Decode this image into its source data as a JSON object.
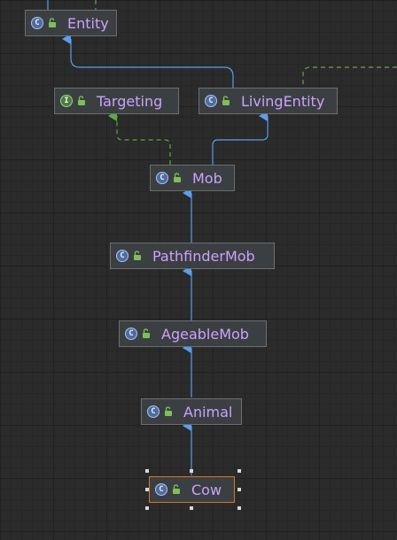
{
  "diagram": {
    "nodes": [
      {
        "id": "entity",
        "label": "Entity",
        "kind": "class",
        "kind_icon": "class-icon",
        "kind_glyph": "C"
      },
      {
        "id": "targeting",
        "label": "Targeting",
        "kind": "interface",
        "kind_icon": "interface-icon",
        "kind_glyph": "I"
      },
      {
        "id": "living-entity",
        "label": "LivingEntity",
        "kind": "class",
        "kind_icon": "class-icon",
        "kind_glyph": "C"
      },
      {
        "id": "mob",
        "label": "Mob",
        "kind": "class",
        "kind_icon": "class-icon",
        "kind_glyph": "C"
      },
      {
        "id": "pathfinder-mob",
        "label": "PathfinderMob",
        "kind": "class",
        "kind_icon": "class-icon",
        "kind_glyph": "C"
      },
      {
        "id": "ageable-mob",
        "label": "AgeableMob",
        "kind": "class",
        "kind_icon": "class-icon",
        "kind_glyph": "C"
      },
      {
        "id": "animal",
        "label": "Animal",
        "kind": "class",
        "kind_icon": "class-icon",
        "kind_glyph": "C"
      },
      {
        "id": "cow",
        "label": "Cow",
        "kind": "class",
        "kind_icon": "class-icon",
        "kind_glyph": "C",
        "selected": true
      }
    ],
    "edges": [
      {
        "from": "living-entity",
        "to": "entity",
        "type": "extends"
      },
      {
        "from": "mob",
        "to": "targeting",
        "type": "implements"
      },
      {
        "from": "mob",
        "to": "living-entity",
        "type": "extends"
      },
      {
        "from": "pathfinder-mob",
        "to": "mob",
        "type": "extends"
      },
      {
        "from": "ageable-mob",
        "to": "pathfinder-mob",
        "type": "extends"
      },
      {
        "from": "animal",
        "to": "ageable-mob",
        "type": "extends"
      },
      {
        "from": "cow",
        "to": "animal",
        "type": "extends"
      }
    ],
    "colors": {
      "background": "#2b2b2b",
      "node_fill": "#3c3f41",
      "node_border": "#6b6e70",
      "selected_border": "#d07b2a",
      "label": "#c9a2ff",
      "extends_edge": "#5c9ded",
      "implements_edge": "#5fa84a",
      "lock": "#7fbf5a"
    },
    "visibility_icon": "unlocked-padlock-icon"
  }
}
